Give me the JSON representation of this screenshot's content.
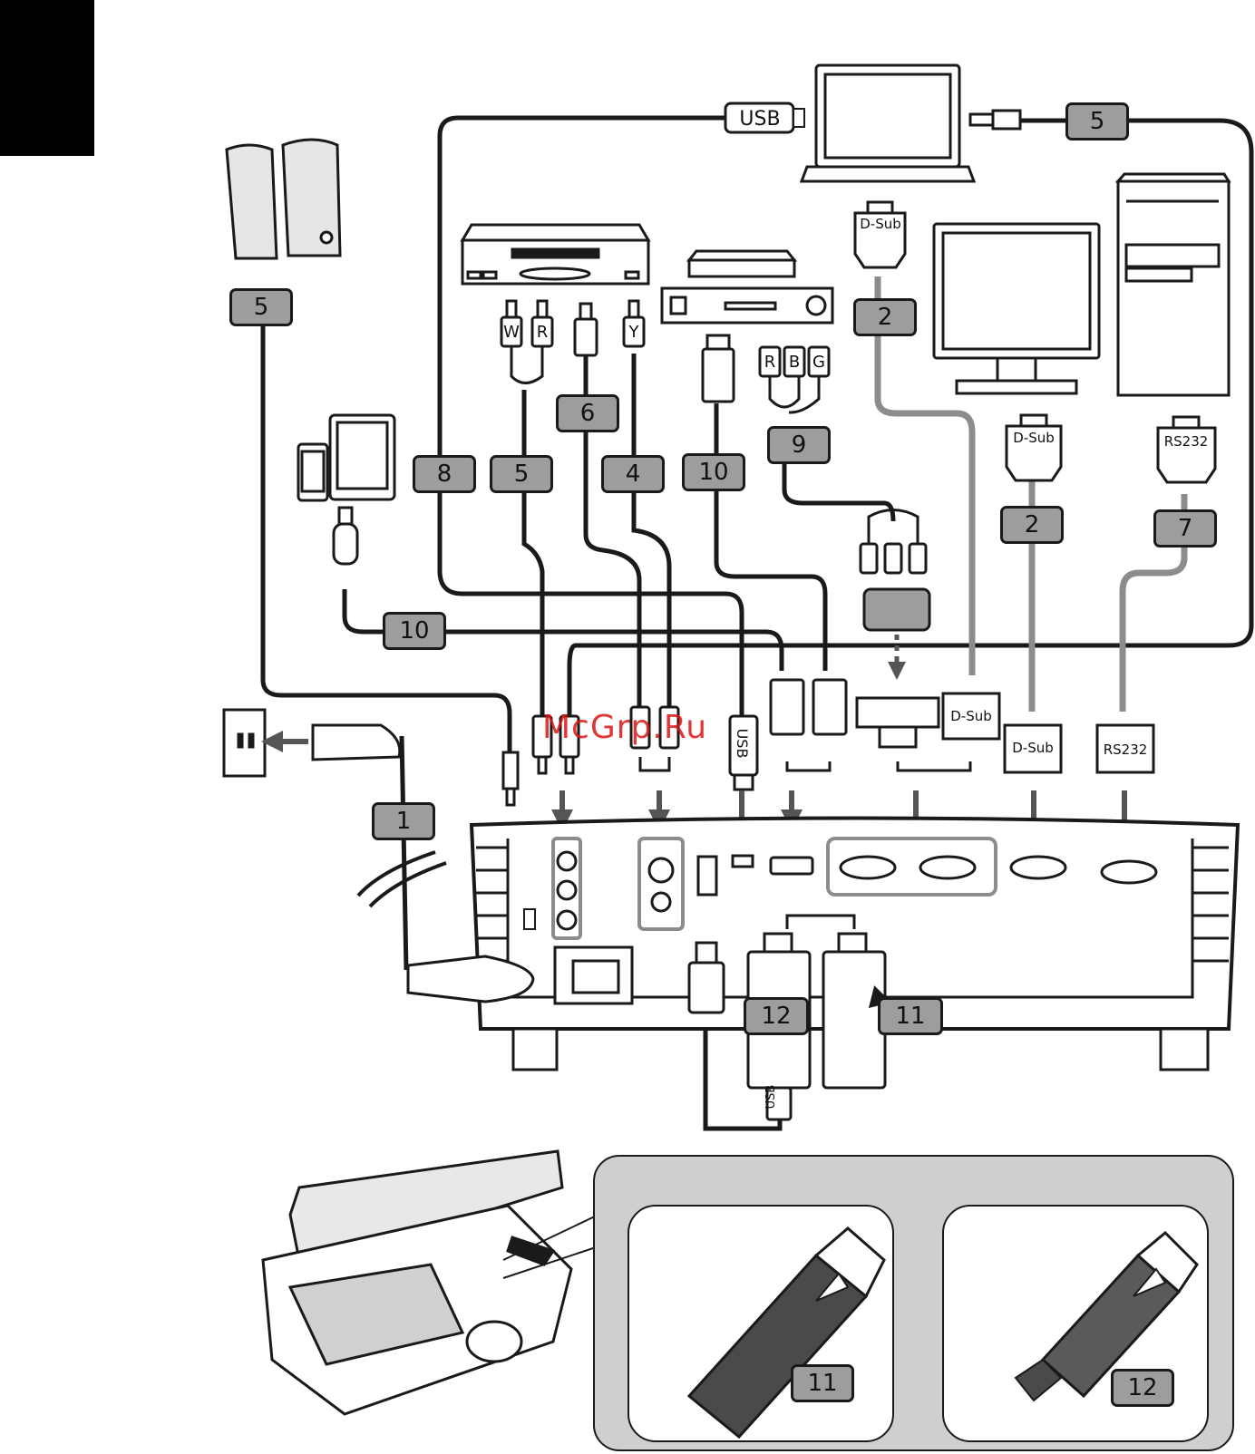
{
  "badges": {
    "b_power": "1",
    "b_dsub_left": "2",
    "b_dsub_right": "2",
    "b_yout": "4",
    "b_speaker": "5",
    "b_audio_rca": "5",
    "b_audio_laptop": "5",
    "b_svideo": "6",
    "b_rs232": "7",
    "b_usb": "8",
    "b_component": "9",
    "b_hdmi_player": "10",
    "b_hdmi_mobile": "10",
    "b_dongle_11": "11",
    "b_dongle_12": "12",
    "b_inset_11": "11",
    "b_inset_12": "12"
  },
  "labels": {
    "usb_top": "USB",
    "usb_port": "USB",
    "usb_dongle": "USB",
    "dsub_laptop": "D-Sub",
    "dsub_monitor": "D-Sub",
    "dsub_proj_left": "D-Sub",
    "dsub_proj_right": "D-Sub",
    "rs232_pc": "RS232",
    "rs232_proj": "RS232",
    "rca_w": "W",
    "rca_r": "R",
    "rca_y": "Y",
    "comp_r": "R",
    "comp_b": "B",
    "comp_g": "G"
  },
  "watermark": "McGrp.Ru",
  "colors": {
    "ink": "#1a1a1a",
    "badge_fill": "#9d9d9d",
    "cable_grey": "#8c8c8c",
    "panel_fill": "#cfcfcf",
    "watermark": "#dc1414"
  }
}
